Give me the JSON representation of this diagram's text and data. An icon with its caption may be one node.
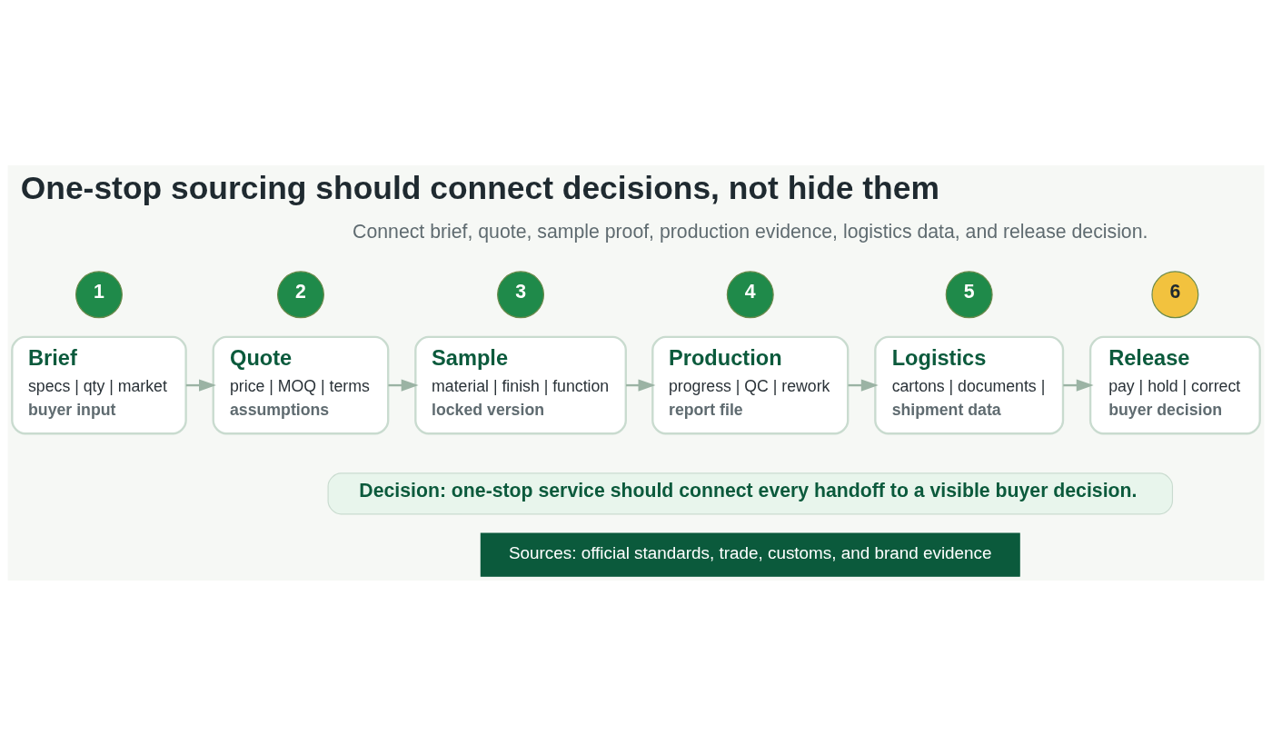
{
  "diagram": {
    "title": "One-stop sourcing should connect decisions, not hide them",
    "nodes": [
      {
        "text": [
          "1"
        ]
      },
      {
        "text": [
          "2"
        ]
      },
      {
        "text": [
          "3"
        ]
      },
      {
        "text": [
          "4"
        ]
      },
      {
        "text": [
          "5"
        ]
      },
      {
        "text": [
          "6"
        ]
      },
      {
        "text": [
          "Brief",
          "specs | qty | market",
          "buyer input"
        ]
      },
      {
        "text": [
          "Quote",
          "price | MOQ | terms",
          "assumptions"
        ]
      },
      {
        "text": [
          "Sample",
          "material | finish | function",
          "locked version"
        ]
      },
      {
        "text": [
          "Production",
          "progress | QC | rework",
          "report file"
        ]
      },
      {
        "text": [
          "Logistics",
          "cartons | documents |",
          "shipment data"
        ]
      },
      {
        "text": [
          "Release",
          "pay | hold | correct",
          "buyer decision"
        ]
      },
      {
        "text": [
          "Decision: one-stop service should connect every handoff to a visible buyer decision."
        ]
      }
    ],
    "edges": [
      {
        "from": 6,
        "to": 7,
        "arrow": "to"
      },
      {
        "from": 7,
        "to": 8,
        "arrow": "to"
      },
      {
        "from": 8,
        "to": 9,
        "arrow": "to"
      },
      {
        "from": 9,
        "to": 10,
        "arrow": "to"
      },
      {
        "from": 10,
        "to": 11,
        "arrow": "to"
      }
    ],
    "labels": [
      "Connect brief, quote, sample proof, production evidence, logistics data, and release decision.",
      "Sources: official standards, trade, customs, and brand evidence"
    ]
  }
}
